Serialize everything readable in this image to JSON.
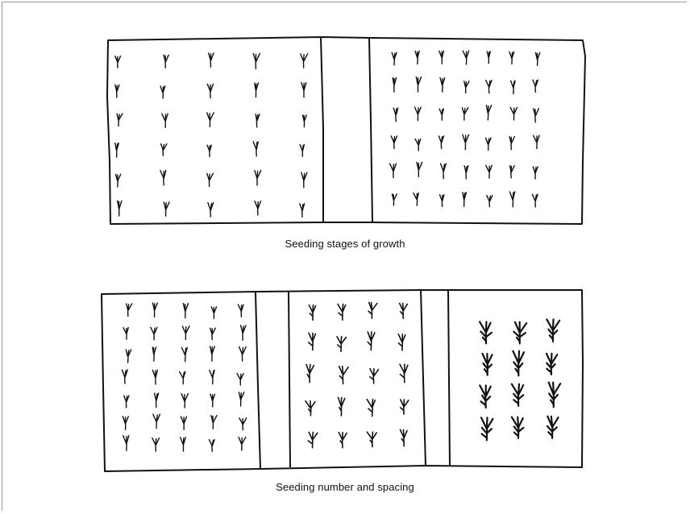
{
  "figure": {
    "top_diagram": {
      "caption": "Seeding stages of growth",
      "plots": [
        {
          "rows": 6,
          "cols": 5,
          "plant_style": "small"
        },
        {
          "rows": 0,
          "cols": 0,
          "plant_style": "empty"
        },
        {
          "rows": 6,
          "cols": 7,
          "plant_style": "small"
        }
      ]
    },
    "bottom_diagram": {
      "caption": "Seeding number and spacing",
      "plots": [
        {
          "rows": 7,
          "cols": 5,
          "plant_style": "small"
        },
        {
          "rows": 0,
          "cols": 0,
          "plant_style": "empty"
        },
        {
          "rows": 5,
          "cols": 4,
          "plant_style": "medium"
        },
        {
          "rows": 0,
          "cols": 0,
          "plant_style": "empty"
        },
        {
          "rows": 4,
          "cols": 3,
          "plant_style": "large"
        }
      ]
    },
    "ink_color": "#111111"
  }
}
